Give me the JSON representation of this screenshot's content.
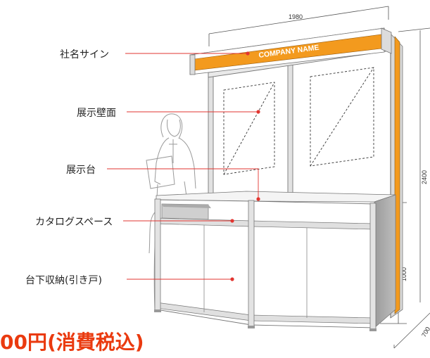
{
  "sign": {
    "company_name": "COMPANY NAME"
  },
  "callouts": {
    "sign": "社名サイン",
    "wall": "展示壁面",
    "shelf": "展示台",
    "catalog": "カタログスペース",
    "storage": "台下収納(引き戸)"
  },
  "dimensions": {
    "width": "1980",
    "height": "2400",
    "counter_height": "1000",
    "depth": "700"
  },
  "footer": {
    "price_partial": "00円(消費税込)"
  },
  "colors": {
    "accent_orange": "#f39a1e",
    "frame": "#d7d7d7",
    "side_panel": "#a3a3a3",
    "leader": "#e23530",
    "dashed": "#333333",
    "price_red": "#ea3a0f"
  }
}
